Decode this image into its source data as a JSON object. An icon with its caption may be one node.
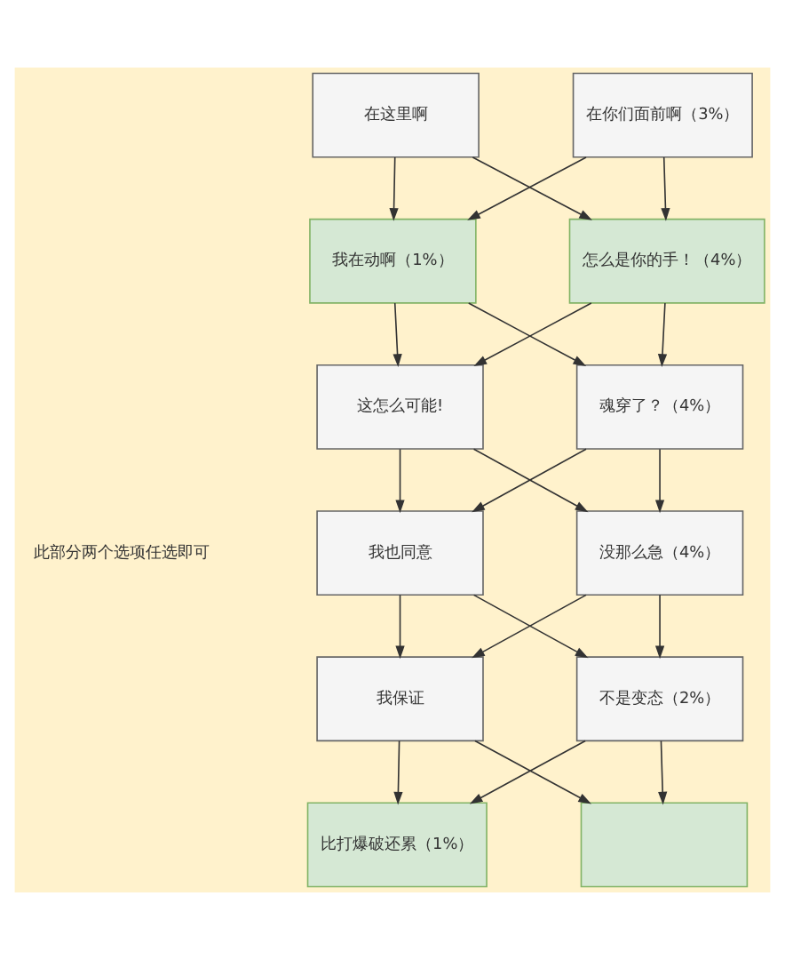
{
  "diagram": {
    "nodes": [
      {
        "text": [
          "在这里啊"
        ]
      },
      {
        "text": [
          "在你们面前啊（3%）"
        ]
      },
      {
        "text": [
          "我在动啊（1%）"
        ]
      },
      {
        "text": [
          "怎么是你的手！（4%）"
        ]
      },
      {
        "text": [
          "这怎么可能!"
        ]
      },
      {
        "text": [
          "魂穿了？（4%）"
        ]
      },
      {
        "text": [
          "我也同意"
        ]
      },
      {
        "text": [
          "没那么急（4%）"
        ]
      },
      {
        "text": [
          "我保证"
        ]
      },
      {
        "text": [
          "不是变态（2%）"
        ]
      },
      {
        "text": [
          "比打爆破还累（1%）"
        ]
      },
      {
        "text": [],
        "shape": "box"
      }
    ],
    "edges": [
      {
        "from": 0,
        "to": 2,
        "arrow": "to"
      },
      {
        "from": 0,
        "to": 3,
        "arrow": "to"
      },
      {
        "from": 1,
        "to": 2,
        "arrow": "to"
      },
      {
        "from": 1,
        "to": 3,
        "arrow": "to"
      },
      {
        "from": 2,
        "to": 4,
        "arrow": "to"
      },
      {
        "from": 2,
        "to": 5,
        "arrow": "to"
      },
      {
        "from": 3,
        "to": 4,
        "arrow": "to"
      },
      {
        "from": 3,
        "to": 5,
        "arrow": "to"
      },
      {
        "from": 4,
        "to": 6,
        "arrow": "to"
      },
      {
        "from": 4,
        "to": 7,
        "arrow": "to"
      },
      {
        "from": 5,
        "to": 6,
        "arrow": "to"
      },
      {
        "from": 5,
        "to": 7,
        "arrow": "to"
      },
      {
        "from": 6,
        "to": 8,
        "arrow": "to"
      },
      {
        "from": 6,
        "to": 9,
        "arrow": "to"
      },
      {
        "from": 7,
        "to": 8,
        "arrow": "to"
      },
      {
        "from": 7,
        "to": 9,
        "arrow": "to"
      },
      {
        "from": 8,
        "to": 10,
        "arrow": "to"
      },
      {
        "from": 8,
        "to": 11,
        "arrow": "to"
      },
      {
        "from": 9,
        "to": 10,
        "arrow": "to"
      },
      {
        "from": 9,
        "to": 11,
        "arrow": "to"
      }
    ],
    "labels": [
      "此部分两个选项任选即可"
    ]
  }
}
